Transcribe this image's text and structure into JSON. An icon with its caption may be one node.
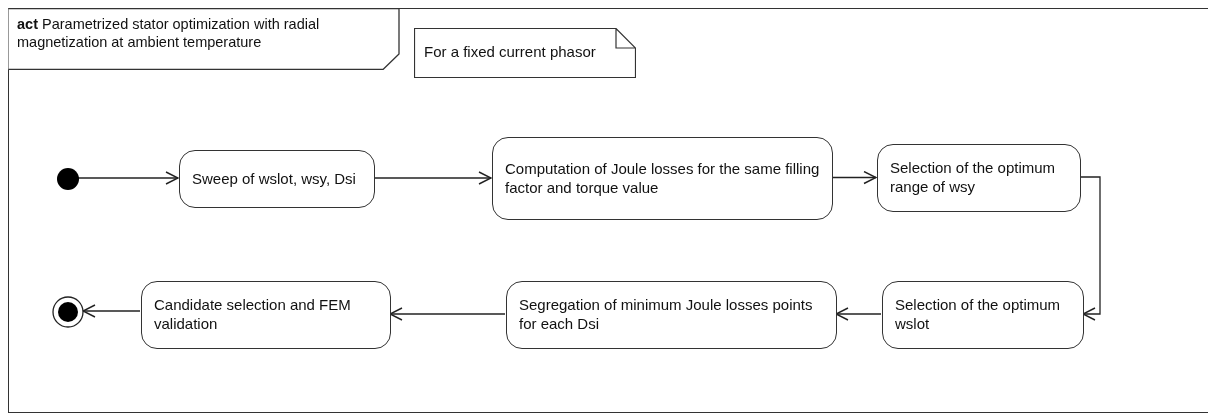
{
  "diagram": {
    "nodes": [
      {
        "text": [
          "**act** Parametrized stator optimization with radial magnetization at ambient temperature"
        ]
      },
      {
        "text": [
          "For a fixed current phasor"
        ],
        "in": 0
      },
      {
        "text": [],
        "shape": "circle",
        "in": 0
      },
      {
        "text": [
          "Sweep of wslot, wsy, Dsi"
        ],
        "in": 0
      },
      {
        "text": [
          "Computation of Joule losses for the same filling factor and torque value"
        ],
        "in": 0
      },
      {
        "text": [
          "Selection of the optimum range of wsy"
        ],
        "in": 0
      },
      {
        "text": [
          "Selection of the optimum wslot"
        ],
        "in": 0
      },
      {
        "text": [
          "Segregation of minimum Joule losses points for each Dsi"
        ],
        "in": 0
      },
      {
        "text": [
          "Candidate selection and FEM validation"
        ],
        "in": 0
      },
      {
        "text": [],
        "shape": "circle",
        "in": 0
      }
    ],
    "edges": [
      {
        "from": 2,
        "to": 3,
        "arrow": "to"
      },
      {
        "from": 3,
        "to": 4,
        "arrow": "to"
      },
      {
        "from": 4,
        "to": 5,
        "arrow": "to"
      },
      {
        "from": 5,
        "to": 6,
        "arrow": "to"
      },
      {
        "from": 6,
        "to": 7,
        "arrow": "to"
      },
      {
        "from": 7,
        "to": 8,
        "arrow": "to"
      },
      {
        "from": 8,
        "to": 9,
        "arrow": "to"
      }
    ]
  }
}
